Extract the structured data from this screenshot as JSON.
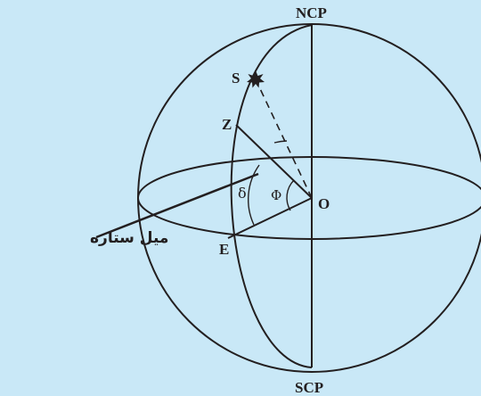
{
  "diagram": {
    "labels": {
      "ncp": "NCP",
      "scp": "SCP",
      "star": "S",
      "zenith": "Z",
      "equator_point": "E",
      "origin": "O",
      "delta": "δ",
      "phi": "Φ",
      "declination_caption": "میل ستاره"
    },
    "colors": {
      "background": "#c9e8f7",
      "ink": "#231f20"
    }
  }
}
